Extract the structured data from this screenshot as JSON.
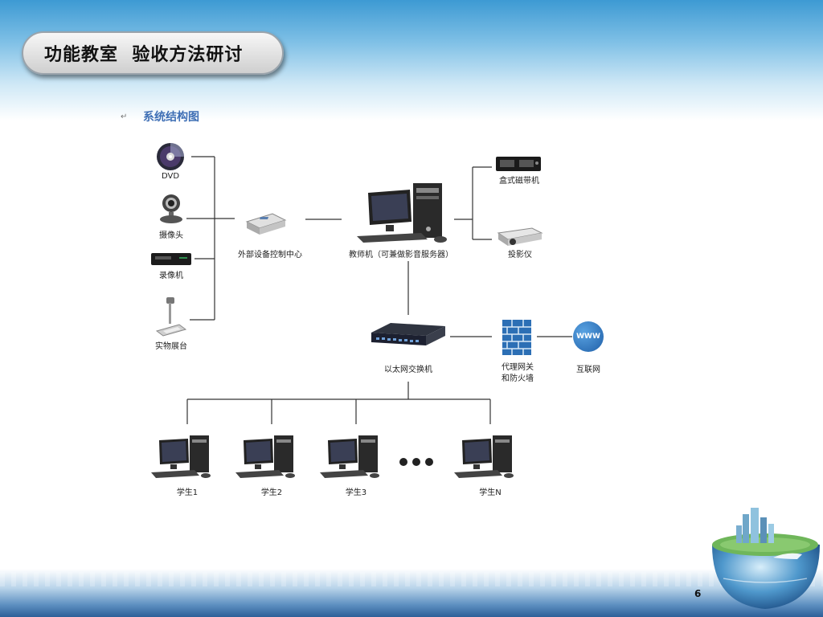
{
  "slide": {
    "title": "功能教室  验收方法研讨",
    "page_number": "6"
  },
  "diagram": {
    "heading": "系统结构图",
    "return_mark": "↵",
    "input_devices": [
      {
        "label": "DVD",
        "icon": "dvd-disc-icon"
      },
      {
        "label": "摄像头",
        "icon": "webcam-icon"
      },
      {
        "label": "录像机",
        "icon": "vcr-icon"
      },
      {
        "label": "实物展台",
        "icon": "document-camera-icon"
      }
    ],
    "control_center": {
      "label": "外部设备控制中心",
      "icon": "control-box-icon"
    },
    "teacher": {
      "label": "教师机（可兼做影音服务器）",
      "icon": "desktop-computer-icon"
    },
    "output_devices": [
      {
        "label": "盒式磁带机",
        "icon": "tape-deck-icon"
      },
      {
        "label": "投影仪",
        "icon": "projector-icon"
      }
    ],
    "switch": {
      "label": "以太网交换机",
      "icon": "ethernet-switch-icon"
    },
    "firewall": {
      "label_line1": "代理网关",
      "label_line2": "和防火墙",
      "icon": "firewall-icon"
    },
    "internet": {
      "label": "互联网",
      "globe_text": "WWW",
      "icon": "www-globe-icon"
    },
    "students": [
      {
        "label": "学生1"
      },
      {
        "label": "学生2"
      },
      {
        "label": "学生3"
      },
      {
        "label": "学生N"
      }
    ]
  }
}
